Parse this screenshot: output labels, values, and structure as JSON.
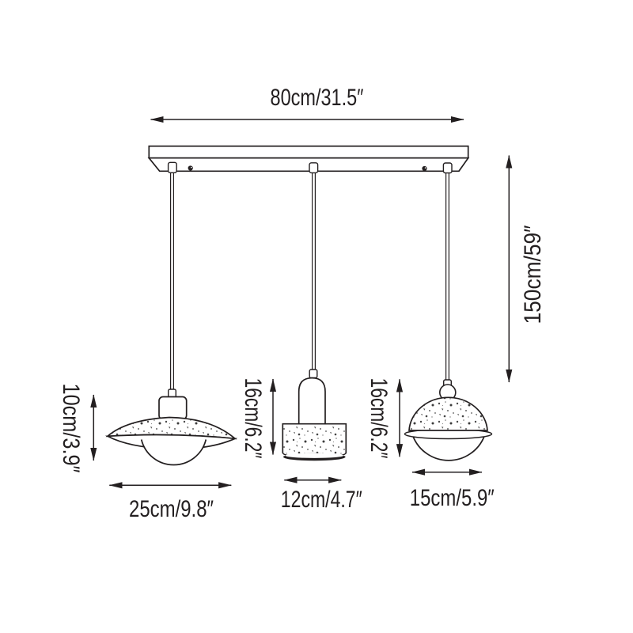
{
  "diagram": {
    "type": "product-dimension-diagram",
    "subject": "3-light linear pendant lamp with terrazzo shades",
    "colors": {
      "ink": "#231f20",
      "background": "#ffffff"
    },
    "labels": {
      "bar_width": "80cm/31.5″",
      "hanging_height": "150cm/59″",
      "left_shade_height": "10cm/3.9″",
      "left_shade_width": "25cm/9.8″",
      "middle_shade_height": "16cm/6.2″",
      "middle_shade_width": "12cm/4.7″",
      "right_shade_height": "16cm/6.2″",
      "right_shade_width": "15cm/5.9″"
    }
  }
}
